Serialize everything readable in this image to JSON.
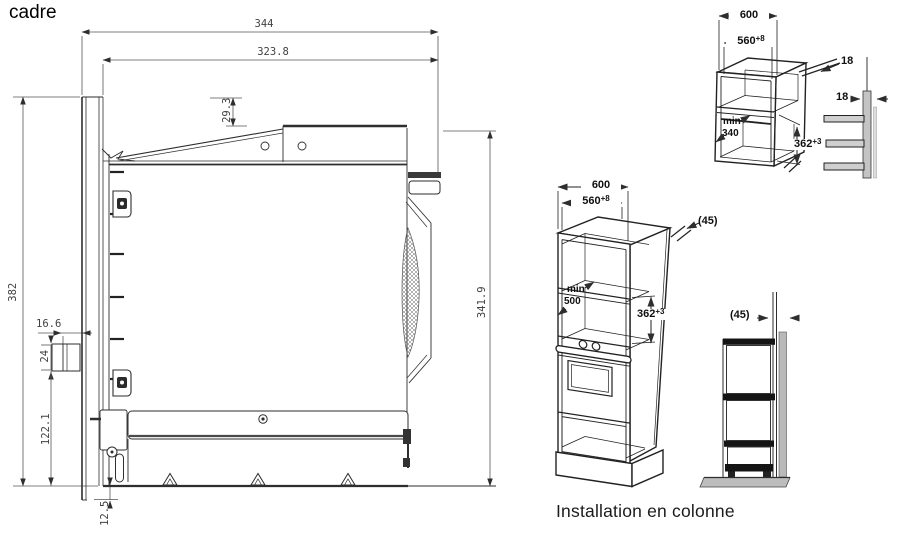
{
  "header": {
    "frame_label": "cadre"
  },
  "oven_side_view": {
    "dim_total_width": "344",
    "dim_body_width": "323.8",
    "dim_top_recess": "29.3",
    "dim_front_height": "382",
    "dim_body_height": "341.9",
    "dim_bracket_inset": "16.6",
    "dim_bracket_height": "24",
    "dim_bracket_to_base": "122.1",
    "dim_front_overhang": "12.5"
  },
  "niche_installation": {
    "dim_cabinet_width": "600",
    "dim_niche_width": "560",
    "niche_width_tolerance": "+8",
    "dim_rear_panel_thickness": "18",
    "dim_side_panel_thickness": "18",
    "min_depth_label": "min",
    "dim_min_depth": "340",
    "dim_niche_height": "362",
    "niche_height_tolerance": "+3"
  },
  "column_installation": {
    "caption": "Installation en colonne",
    "dim_cabinet_width": "600",
    "dim_niche_width": "560",
    "niche_width_tolerance": "+8",
    "dim_rear_gap": "(45)",
    "min_depth_label": "min",
    "dim_min_depth": "500",
    "dim_niche_height": "362",
    "niche_height_tolerance": "+3",
    "dim_side_gap": "(45)"
  }
}
